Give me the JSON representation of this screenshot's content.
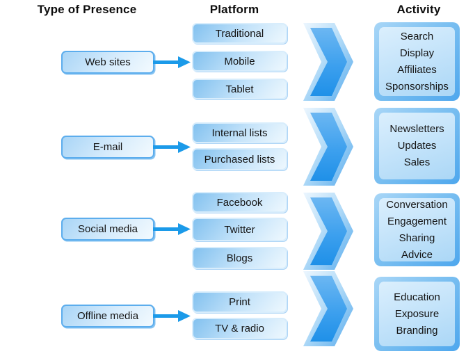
{
  "headers": {
    "type_of_presence": "Type of Presence",
    "platform": "Platform",
    "activity": "Activity"
  },
  "rows": [
    {
      "presence": "Web sites",
      "platforms": [
        "Traditional",
        "Mobile",
        "Tablet"
      ],
      "activities": [
        "Search",
        "Display",
        "Affiliates",
        "Sponsorships"
      ]
    },
    {
      "presence": "E-mail",
      "platforms": [
        "Internal lists",
        "Purchased lists"
      ],
      "activities": [
        "Newsletters",
        "Updates",
        "Sales"
      ]
    },
    {
      "presence": "Social media",
      "platforms": [
        "Facebook",
        "Twitter",
        "Blogs"
      ],
      "activities": [
        "Conversation",
        "Engagement",
        "Sharing",
        "Advice"
      ]
    },
    {
      "presence": "Offline media",
      "platforms": [
        "Print",
        "TV & radio"
      ],
      "activities": [
        "Education",
        "Exposure",
        "Branding"
      ]
    }
  ],
  "icons": {
    "flow_arrow": "right-arrow",
    "stage_connector": "chevron-right"
  },
  "palette": {
    "arrow_blue": "#1b9ae9",
    "chevron_deep_blue": "#1f90e8",
    "chevron_bevel_light": "#ecf6fe",
    "presence_border_blue": "#5caded",
    "box_fill_light": "#d7ecfc",
    "activity_frame_blue": "#4ea7ed",
    "text_color": "#141414",
    "background": "#ffffff"
  }
}
